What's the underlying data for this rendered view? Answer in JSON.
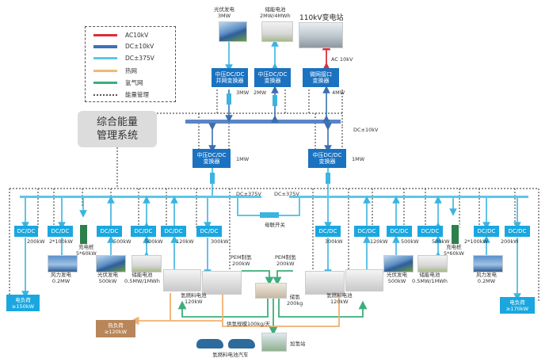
{
  "legend": {
    "items": [
      {
        "label": "AC10kV",
        "color": "#d9303a",
        "style": "solid"
      },
      {
        "label": "DC±10kV",
        "color": "#3f6fb5",
        "style": "solid"
      },
      {
        "label": "DC±375V",
        "color": "#5cc7e8",
        "style": "solid"
      },
      {
        "label": "热网",
        "color": "#f0b878",
        "style": "solid"
      },
      {
        "label": "氢气网",
        "color": "#3cae7a",
        "style": "solid"
      },
      {
        "label": "能量管理",
        "color": "#555555",
        "style": "dotted"
      }
    ]
  },
  "ems": {
    "label_line1": "综合能量",
    "label_line2": "管理系统"
  },
  "top_sources": {
    "pv": {
      "line1": "光伏发电",
      "line2": "3MW"
    },
    "storage": {
      "line1": "储能电池",
      "line2": "2MW/4MWh"
    },
    "substation": {
      "line1": "110kV变电站"
    }
  },
  "top_converters": [
    {
      "line1": "中压DC/DC",
      "line2": "并网变换器",
      "rating": "3MW"
    },
    {
      "line1": "中压DC/DC",
      "line2": "变换器",
      "rating": "2MW"
    },
    {
      "line1": "微网接口",
      "line2": "变换器",
      "rating": "4MW"
    }
  ],
  "ac_link_label": "AC 10kV",
  "mv_bus_label": "DC±10kV",
  "mid_converters": [
    {
      "line1": "中压DC/DC",
      "line2": "变换器",
      "rating": "1MW"
    },
    {
      "line1": "中压DC/DC",
      "line2": "变换器",
      "rating": "1MW"
    }
  ],
  "lv_bus": {
    "left_label": "DC±375V",
    "right_label": "DC±375V",
    "tie_switch": "母联开关"
  },
  "dcdc_label": "DC/DC",
  "left_units": [
    {
      "rating": "200kW"
    },
    {
      "rating": "2*100kW"
    },
    {
      "rating": "500kW"
    },
    {
      "rating": "500kW"
    },
    {
      "rating": "120kW"
    },
    {
      "rating": "300kW"
    }
  ],
  "right_units": [
    {
      "rating": "300kW"
    },
    {
      "rating": "120kW"
    },
    {
      "rating": "500kW"
    },
    {
      "rating": "500kW"
    },
    {
      "rating": "2*100kW"
    },
    {
      "rating": "200kW"
    }
  ],
  "devices_left": {
    "wind": {
      "line1": "风力发电",
      "line2": "0.2MW"
    },
    "charger": {
      "line1": "充电桩",
      "line2": "5*60kW"
    },
    "pv": {
      "line1": "光伏发电",
      "line2": "500kW"
    },
    "storage": {
      "line1": "储能电池",
      "line2": "0.5MW/1MWh"
    },
    "fuel_cell": {
      "line1": "氢燃料电池",
      "line2": "120kW"
    },
    "load": {
      "line1": "电负荷",
      "line2": "≥150kW"
    }
  },
  "devices_right": {
    "wind": {
      "line1": "风力发电",
      "line2": "0.2MW"
    },
    "charger": {
      "line1": "充电桩",
      "line2": "5*60kW"
    },
    "pv": {
      "line1": "光伏发电",
      "line2": "500kW"
    },
    "storage": {
      "line1": "储能电池",
      "line2": "0.5MW/1MWh"
    },
    "fuel_cell": {
      "line1": "氢燃料电池",
      "line2": "120kW"
    },
    "load": {
      "line1": "电负荷",
      "line2": "≥170kW"
    }
  },
  "hydrogen": {
    "pem_left": {
      "line1": "PEM制氢",
      "line2": "200kW"
    },
    "pem_right": {
      "line1": "PEM制氢",
      "line2": "200kW"
    },
    "storage": {
      "line1": "储氢",
      "line2": "200kg"
    },
    "supply": "供氢规模100kg/天",
    "station": "加氢站",
    "vehicles": "氢燃料电池汽车"
  },
  "heat_load": {
    "line1": "热负荷",
    "line2": "≥120kW"
  }
}
